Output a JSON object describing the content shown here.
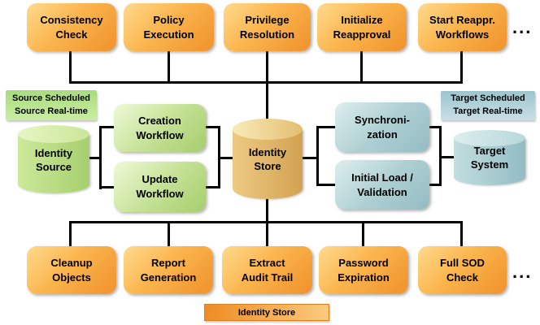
{
  "top_row": {
    "boxes": [
      "Consistency\nCheck",
      "Policy\nExecution",
      "Privilege\nResolution",
      "Initialize\nReapproval",
      "Start Reappr.\nWorkflows"
    ],
    "more": "..."
  },
  "middle": {
    "source_schedule_label": "Source Scheduled\nSource Real-time",
    "identity_source": "Identity\nSource",
    "creation_workflow": "Creation\nWorkflow",
    "update_workflow": "Update\nWorkflow",
    "identity_store": "Identity\nStore",
    "synchronization": "Synchroni-\nzation",
    "initial_load_validation": "Initial Load /\nValidation",
    "target_schedule_label": "Target Scheduled\nTarget Real-time",
    "target_system": "Target\nSystem"
  },
  "bottom_row": {
    "boxes": [
      "Cleanup\nObjects",
      "Report\nGeneration",
      "Extract\nAudit Trail",
      "Password\nExpiration",
      "Full SOD\nCheck"
    ],
    "more": "..."
  },
  "footer_label": "Identity Store",
  "colors": {
    "task_box_light": "#FFDA8E",
    "task_box_dark": "#F0912B",
    "workflow_box_light": "#EFF9D8",
    "workflow_box_dark": "#A6CD6C",
    "sync_box_light": "#DEEEED",
    "sync_box_dark": "#92BCC3",
    "source_label_bg": "#B5E18C",
    "target_label_bg": "#AFD2DB",
    "identity_source_cylinder": "#B9DC85",
    "identity_store_cylinder": "#E3BC6C",
    "target_system_cylinder": "#A8CDD2",
    "footer_label_bg": "#EE8C24",
    "connector": "#000000",
    "background": "#FFFFFF"
  }
}
